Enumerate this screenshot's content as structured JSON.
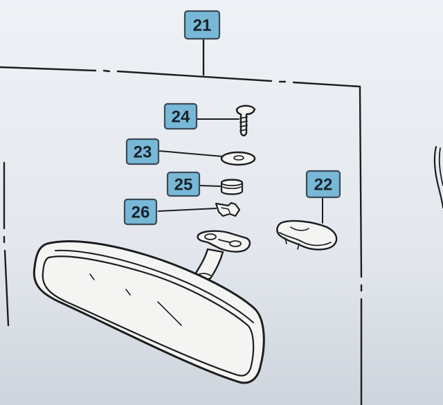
{
  "callouts": {
    "c21": "21",
    "c24": "24",
    "c23": "23",
    "c25": "25",
    "c26": "26",
    "c22": "22"
  },
  "colors": {
    "callout_fill": "#78b8d6",
    "ink": "#1c1d20",
    "paper": "#eef1f5"
  }
}
